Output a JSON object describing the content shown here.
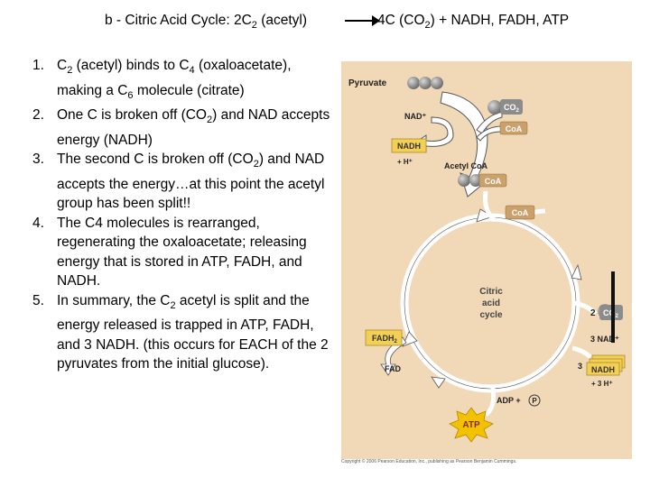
{
  "title": {
    "left": {
      "prefix": "b - Citric Acid Cycle: 2C",
      "sub": "2",
      "suffix": " (acetyl)"
    },
    "right": {
      "prefix": "4C (CO",
      "sub": "2",
      "suffix": ") + NADH, FADH, ATP"
    }
  },
  "steps": [
    {
      "num": "1.",
      "parts": [
        {
          "t": "C"
        },
        {
          "t": "2",
          "sub": true
        },
        {
          "t": " (acetyl) binds to C"
        },
        {
          "t": "4",
          "sub": true
        },
        {
          "t": " (oxaloacetate), making a C"
        },
        {
          "t": "6",
          "sub": true
        },
        {
          "t": " molecule (citrate)"
        }
      ]
    },
    {
      "num": "2.",
      "parts": [
        {
          "t": "One C is broken off (CO"
        },
        {
          "t": "2",
          "sub": true
        },
        {
          "t": ") and NAD accepts energy (NADH)"
        }
      ]
    },
    {
      "num": "3.",
      "parts": [
        {
          "t": "The second C is broken off (CO"
        },
        {
          "t": "2",
          "sub": true
        },
        {
          "t": ") and NAD accepts the energy…at this point the acetyl group has been split!!"
        }
      ]
    },
    {
      "num": "4.",
      "parts": [
        {
          "t": "The C4 molecules is rearranged, regenerating the oxaloacetate; releasing energy that is stored in ATP, FADH, and NADH."
        }
      ]
    },
    {
      "num": "5.",
      "parts": [
        {
          "t": "In summary, the C"
        },
        {
          "t": "2",
          "sub": true
        },
        {
          "t": " acetyl is split and the energy released is trapped in ATP, FADH, and 3 NADH. (this occurs for EACH of the 2 pyruvates from the initial glucose)."
        }
      ]
    }
  ],
  "diagram": {
    "pyruvate": "Pyruvate",
    "nad_plus": "NAD⁺",
    "nadh": "NADH",
    "h_plus": "+ H⁺",
    "co2": "CO",
    "co2_sub": "2",
    "coa": "CoA",
    "acetyl_coa": "Acetyl CoA",
    "cycle_line1": "Citric",
    "cycle_line2": "acid",
    "cycle_line3": "cycle",
    "two": "2",
    "fadh2": "FADH",
    "fadh2_sub": "2",
    "fad": "FAD",
    "three_nad": "3 NAD⁺",
    "three": "3",
    "three_h": "+ 3 H⁺",
    "adp": "ADP +",
    "p": "P",
    "atp": "ATP"
  },
  "credit": "Copyright © 2006 Pearson Education, Inc., publishing as Pearson Benjamin Cummings.",
  "colors": {
    "figure_bg": "#f1d9b7",
    "molecule_gray": "#8a8a8a",
    "co2_badge": "#8c8c8c",
    "coa_badge": "#cba06b",
    "nadh_badge": "#f4cf55",
    "atp_star": "#f2c200",
    "arrow_fill": "#ffffff"
  }
}
